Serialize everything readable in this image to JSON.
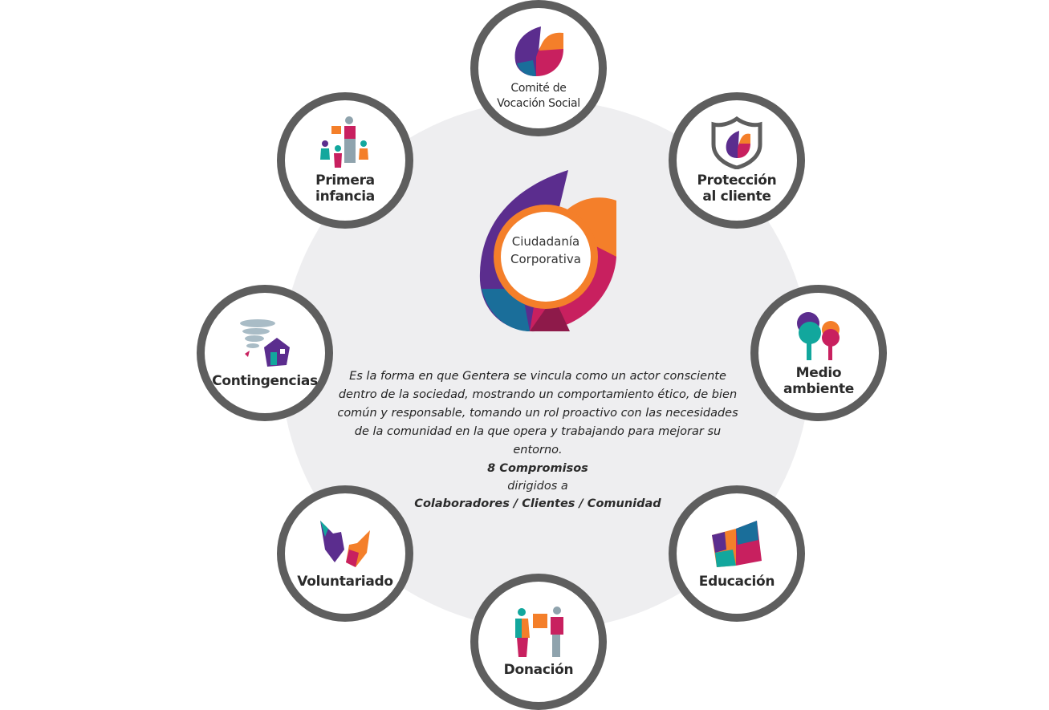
{
  "center": {
    "title_line1": "Ciudadanía",
    "title_line2": "Corporativa"
  },
  "description": "Es la forma en que Gentera se vincula como un actor consciente dentro de la sociedad, mostrando un comportamiento ético, de bien común y responsable, tomando un rol proactivo con las necesidades de la comunidad en la que opera y trabajando para mejorar su entorno.",
  "commitments": {
    "title": "8 Compromisos",
    "subtitle": "dirigidos a",
    "audiences": "Colaboradores / Clientes / Comunidad"
  },
  "nodes": [
    {
      "label_line1": "Comité de",
      "label_line2": "Vocación Social",
      "icon": "leaf-logo-icon"
    },
    {
      "label_line1": "Protección",
      "label_line2": "al cliente",
      "icon": "shield-icon"
    },
    {
      "label_line1": "Medio",
      "label_line2": "ambiente",
      "icon": "trees-icon"
    },
    {
      "label_line1": "Educación",
      "label_line2": "",
      "icon": "book-icon"
    },
    {
      "label_line1": "Donación",
      "label_line2": "",
      "icon": "donation-icon"
    },
    {
      "label_line1": "Voluntariado",
      "label_line2": "",
      "icon": "hands-icon"
    },
    {
      "label_line1": "Contingencias",
      "label_line2": "",
      "icon": "tornado-house-icon"
    },
    {
      "label_line1": "Primera",
      "label_line2": "infancia",
      "icon": "children-icon"
    }
  ],
  "colors": {
    "purple": "#5b2d8e",
    "orange": "#f47f2a",
    "magenta": "#c8205f",
    "teal": "#12a79d",
    "blue": "#1a6e9a",
    "ring": "#5e5e5e"
  }
}
